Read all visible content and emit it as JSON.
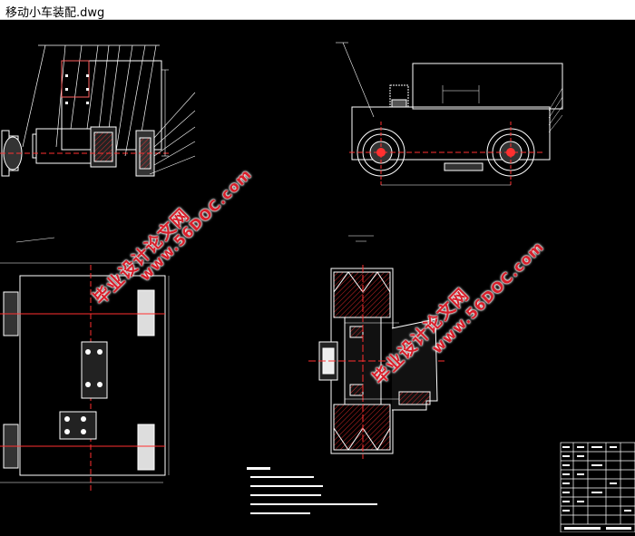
{
  "window": {
    "title": "移动小车装配.dwg"
  },
  "watermarks": [
    {
      "cn": "毕业设计论文网",
      "en": "www.56DOC.com"
    },
    {
      "cn": "毕业设计论文网",
      "en": "www.56DOC.com"
    }
  ],
  "colors": {
    "background": "#000000",
    "line": "#ffffff",
    "center": "#ff3030",
    "dim": "#ffffff",
    "hatch": "#ff3030",
    "watermark": "#d91f2b"
  }
}
